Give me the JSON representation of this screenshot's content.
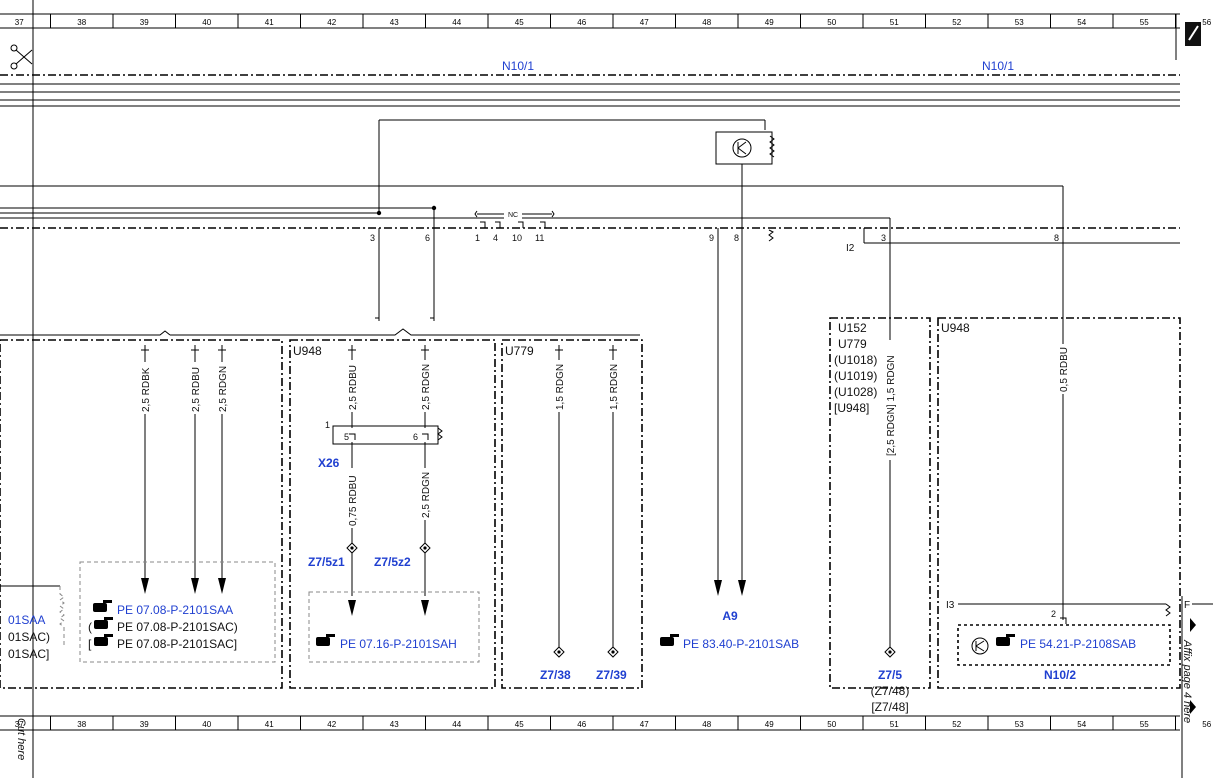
{
  "ruler": {
    "top": [
      "37",
      "38",
      "39",
      "40",
      "41",
      "42",
      "43",
      "44",
      "45",
      "46",
      "47",
      "48",
      "49",
      "50",
      "51",
      "52",
      "53",
      "54",
      "55",
      "56"
    ],
    "bottom": [
      "37",
      "38",
      "39",
      "40",
      "41",
      "42",
      "43",
      "44",
      "45",
      "46",
      "47",
      "48",
      "49",
      "50",
      "51",
      "52",
      "53",
      "54",
      "55",
      "56"
    ]
  },
  "side_text": {
    "cut_here": "Cut here",
    "affix": "Affix page 4 here"
  },
  "bus_labels": {
    "n10_1_left": "N10/1",
    "n10_1_right": "N10/1"
  },
  "pins": {
    "p3a": "3",
    "p6": "6",
    "p1": "1",
    "p4": "4",
    "p10": "10",
    "p11": "11",
    "p9": "9",
    "p8a": "8",
    "p3b": "3",
    "p8b": "8"
  },
  "nc_label": "NC",
  "i2": "I2",
  "i3": "I3",
  "f_label": "F",
  "codes": {
    "u948_a": "U948",
    "u779_a": "U779",
    "u152_block": [
      "U152",
      "U779",
      "(U1018)",
      "(U1019)",
      "(U1028)",
      "[U948]"
    ],
    "u948_b": "U948"
  },
  "wires": {
    "w_rdbk": "2,5 RDBK",
    "w_rdbu": "2,5 RDBU",
    "w_rdgn": "2,5 RDGN",
    "w_u948_rdbu": "2,5 RDBU",
    "w_u948_rdgn": "2,5 RDGN",
    "w_075_rdbu": "0,75 RDBU",
    "w_25_rdgn_lower": "2,5 RDGN",
    "w_u779_1": "1,5 RDGN",
    "w_u779_2": "1,5 RDGN",
    "w_u152": "[2,5 RDGN] 1,5 RDGN",
    "w_05_rdbu": "0,5 RDBU"
  },
  "connector": {
    "name": "X26",
    "pin1": "1",
    "pin5": "5",
    "pin6": "6"
  },
  "splices": {
    "z7_5z1": "Z7/5z1",
    "z7_5z2": "Z7/5z2",
    "z7_38": "Z7/38",
    "z7_39": "Z7/39",
    "z7_5": "Z7/5",
    "z7_48a": "(Z7/48)",
    "z7_48b": "[Z7/48]"
  },
  "refs": {
    "left_partial": [
      "01SAA",
      "01SAC)",
      "01SAC]"
    ],
    "pe0708": [
      {
        "prefix": "",
        "text": "PE 07.08-P-2101SAA"
      },
      {
        "prefix": "(",
        "text": "PE 07.08-P-2101SAC)"
      },
      {
        "prefix": "[",
        "text": "PE 07.08-P-2101SAC]"
      }
    ],
    "pe0716": "PE 07.16-P-2101SAH",
    "a9": "A9",
    "pe8340": "PE 83.40-P-2101SAB",
    "pe5421": "PE 54.21-P-2108SAB",
    "n10_2": "N10/2",
    "pin2": "2"
  },
  "icons": {
    "scissors": "scissors-icon",
    "hand": "pointing-hand-icon",
    "transistor": "transistor-icon"
  },
  "colors": {
    "blue": "#1f3fd0",
    "black": "#111111"
  }
}
